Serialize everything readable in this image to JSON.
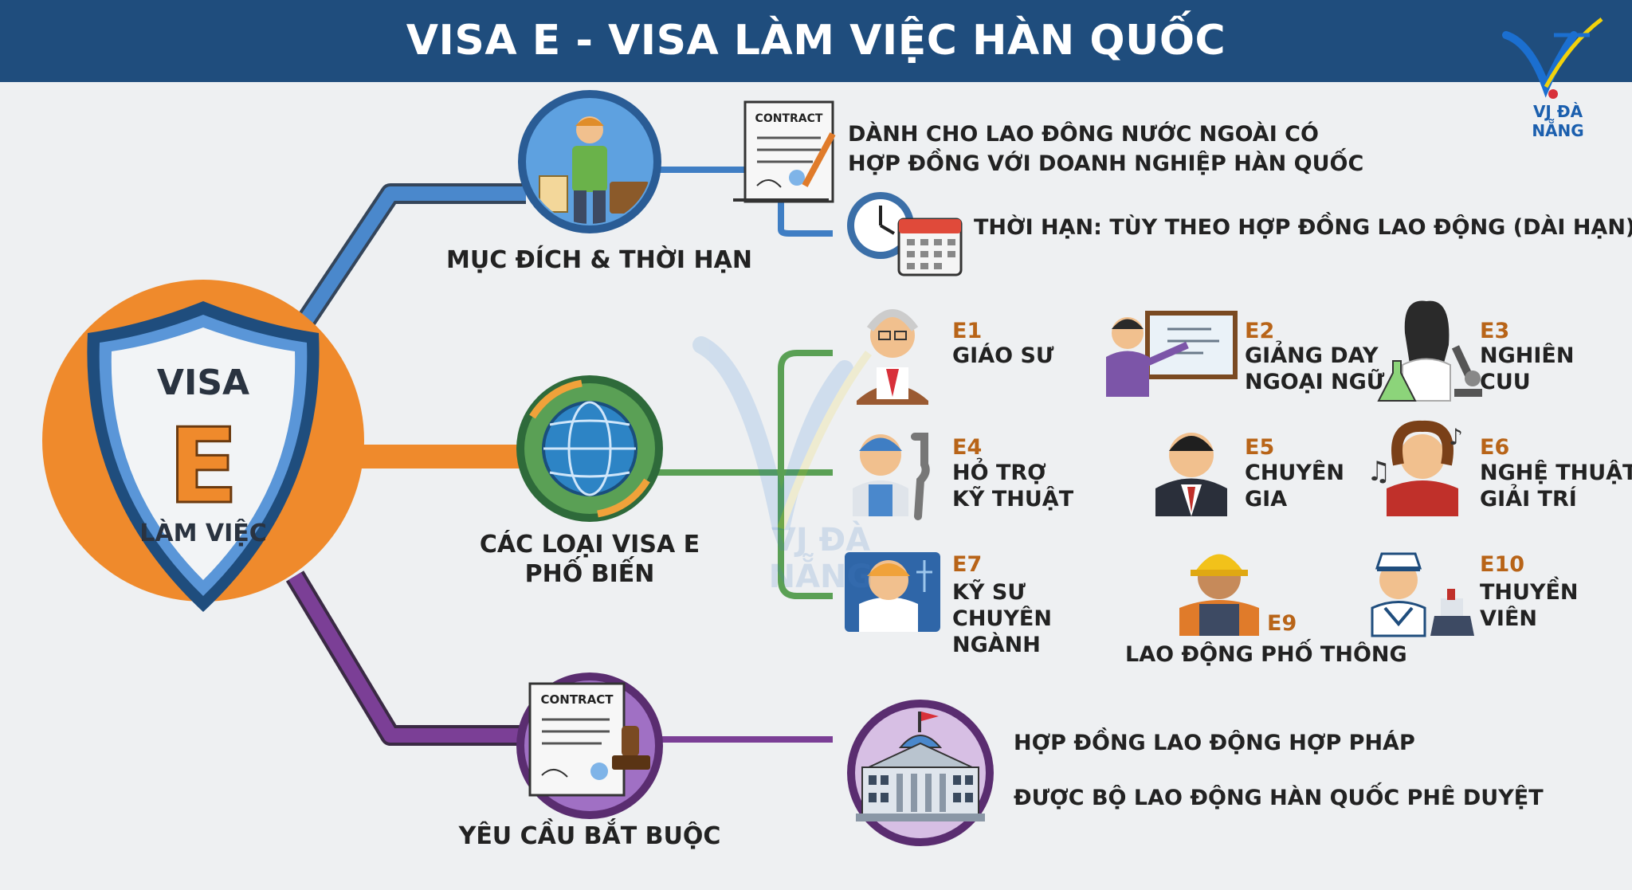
{
  "title": "VISA E - VISA LÀM VIỆC HÀN QUỐC",
  "logo": {
    "text": "VJ ĐÀ NẴNG"
  },
  "watermark": {
    "text": "VJ ĐÀ NẴNG"
  },
  "shield": {
    "line1": "VISA",
    "letter": "E",
    "line2": "LÀM VIỆC"
  },
  "colors": {
    "header": "#1f4d7d",
    "blue_branch": "#3f7ec4",
    "orange_branch": "#ef8a2c",
    "green_branch": "#5aa055",
    "purple_branch": "#7b3f96",
    "code_color": "#b86418"
  },
  "branches": {
    "purpose": {
      "label": "MỤC ĐÍCH & THỜI HẠN",
      "icon": "worker-with-luggage-icon",
      "items": [
        {
          "icon": "contract-icon",
          "contract_word": "CONTRACT",
          "line1": "DÀNH CHO LAO ĐÔNG NƯỚC NGOÀI CÓ",
          "line2": "HỢP ĐỒNG VỚI DOANH NGHIỆP HÀN QUỐC"
        },
        {
          "icon": "clock-calendar-icon",
          "text": "THỜI HẠN: TÙY THEO HỢP ĐỒNG LAO ĐỘNG (DÀI HẠN)"
        }
      ]
    },
    "types": {
      "label_line1": "CÁC LOẠI VISA E",
      "label_line2": "PHỐ BIẾN",
      "icon": "globe-icon",
      "visa_types": [
        {
          "code": "E1",
          "line1": "GIÁO SƯ",
          "line2": "",
          "line3": "",
          "icon": "professor-icon"
        },
        {
          "code": "E2",
          "line1": "GIẢNG DAY",
          "line2": "NGOẠI NGỮ",
          "line3": "",
          "icon": "teacher-icon"
        },
        {
          "code": "E3",
          "line1": "NGHIÊN",
          "line2": "CUU",
          "line3": "",
          "icon": "researcher-icon"
        },
        {
          "code": "E4",
          "line1": "HỎ TRỢ",
          "line2": "KỸ THUẬT",
          "line3": "",
          "icon": "technician-icon"
        },
        {
          "code": "E5",
          "line1": "CHUYÊN",
          "line2": "GIA",
          "line3": "",
          "icon": "expert-icon"
        },
        {
          "code": "E6",
          "line1": "NGHỆ THUẬT",
          "line2": "GIẢI TRÍ",
          "line3": "",
          "icon": "artist-icon"
        },
        {
          "code": "E7",
          "line1": "KỸ SƯ",
          "line2": "CHUYÊN",
          "line3": "NGÀNH",
          "icon": "engineer-icon"
        },
        {
          "code": "E9",
          "line1": "LAO ĐỘNG PHỐ THÔNG",
          "line2": "",
          "line3": "",
          "icon": "laborer-icon"
        },
        {
          "code": "E10",
          "line1": "THUYỀN",
          "line2": "VIÊN",
          "line3": "",
          "icon": "sailor-ship-icon"
        }
      ]
    },
    "requirements": {
      "label": "YÊU CẦU BẮT BUỘC",
      "icon": "contract-stamp-icon",
      "contract_word": "CONTRACT",
      "result_icon": "government-building-icon",
      "items": [
        "HỢP ĐỒNG LAO ĐỘNG HỢP PHÁP",
        "ĐƯỢC BỘ LAO ĐỘNG HÀN QUỐC PHÊ DUYỆT"
      ]
    }
  }
}
